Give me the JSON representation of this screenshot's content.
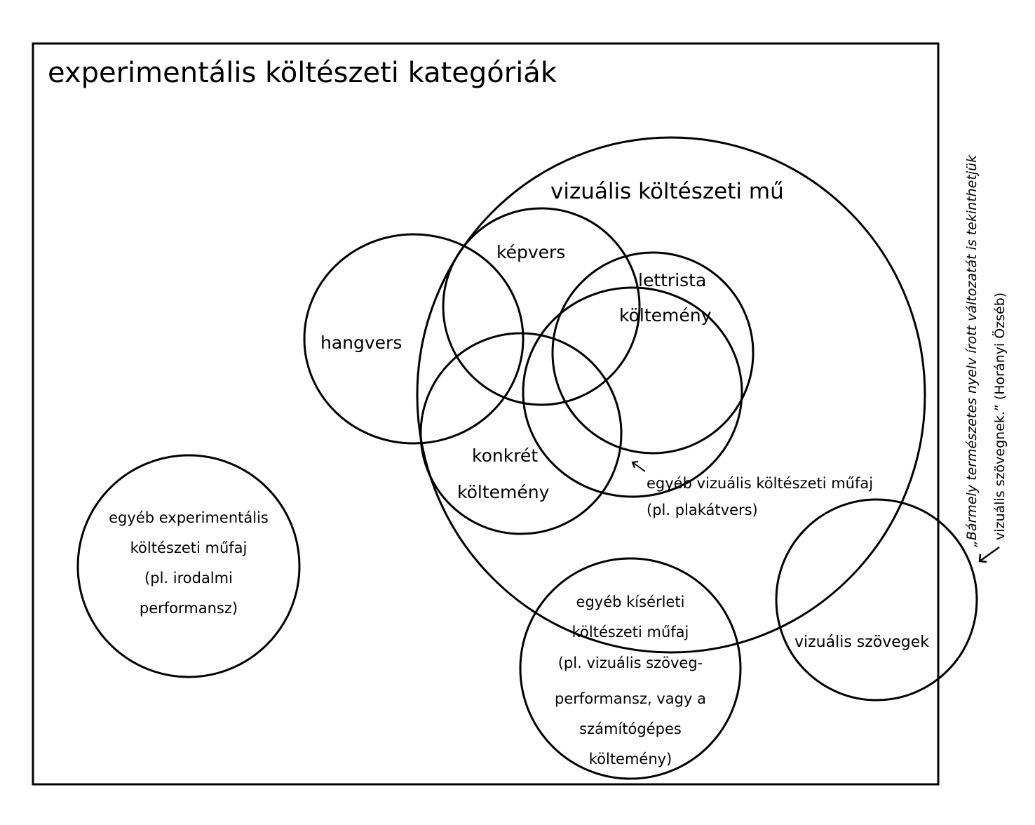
{
  "title": "experimentális költészeti kategóriák",
  "circles": {
    "visual_poetic_work": "vizuális költészeti mű",
    "kepvers": "képvers",
    "hangvers": "hangvers",
    "lettrista": [
      "lettrista",
      "költemény"
    ],
    "konkret": [
      "konkrét",
      "költemény"
    ],
    "other_visual": [
      "egyéb vizuális költészeti műfaj",
      "(pl. plakátvers)"
    ],
    "other_experimental": [
      "egyéb experimentális",
      "költészeti műfaj",
      "(pl. irodalmi",
      "performansz)"
    ],
    "other_kiserleti": [
      "egyéb kísérleti",
      "költészeti műfaj",
      "(pl. vizuális szöveg-",
      "performansz, vagy a",
      "számítógépes",
      "költemény)"
    ],
    "visual_texts": "vizuális szövegek"
  },
  "side_note": {
    "line1": "„Bármely természetes nyelv írott változatát is tekinthetjük",
    "line2": "vizuális szövegnek.” (Horányi Özséb)"
  }
}
